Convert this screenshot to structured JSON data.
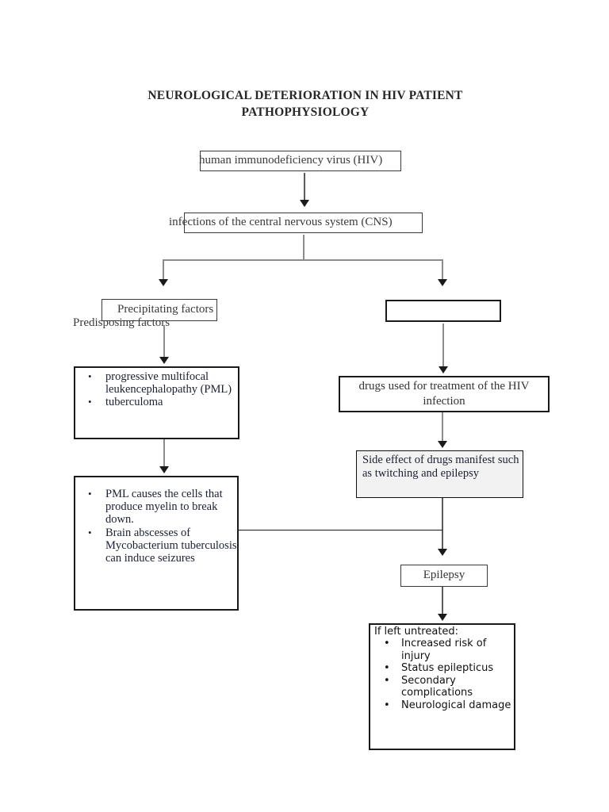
{
  "title": {
    "line1": "NEUROLOGICAL DETERIORATION IN HIV PATIENT",
    "line2": "PATHOPHYSIOLOGY"
  },
  "nodes": {
    "hiv": "human immunodeficiency virus (HIV)",
    "cns": "infections of the central nervous system (CNS)",
    "precipitating": "Precipitating factors",
    "predisposing": "Predisposing factors",
    "empty_right": "",
    "drugs": "drugs used for treatment of the HIV infection",
    "side_effects": "Side effect of drugs manifest such as twitching and epilepsy",
    "epilepsy": "Epilepsy",
    "untreated_heading": "If left untreated:"
  },
  "lists": {
    "opportunistic_infections": [
      "progressive multifocal leukencephalopathy (PML)",
      "tuberculoma"
    ],
    "mechanisms": [
      "PML causes the cells that produce myelin to break down.",
      "Brain abscesses of Mycobacterium tuberculosis can induce seizures"
    ],
    "untreated_outcomes": [
      "Increased risk of injury",
      "Status epilepticus",
      "Secondary complications",
      "Neurological damage"
    ]
  },
  "colors": {
    "page_background": "#ffffff",
    "title_text": "#262626",
    "box_border": "#3a3a3a",
    "box_border_thick": "#1a1a1a",
    "connector_gray": "#8c8c8c",
    "connector_black": "#1a1a1a",
    "navy_text": "#1c2033",
    "side_effect_fill": "#f2f2f2"
  }
}
